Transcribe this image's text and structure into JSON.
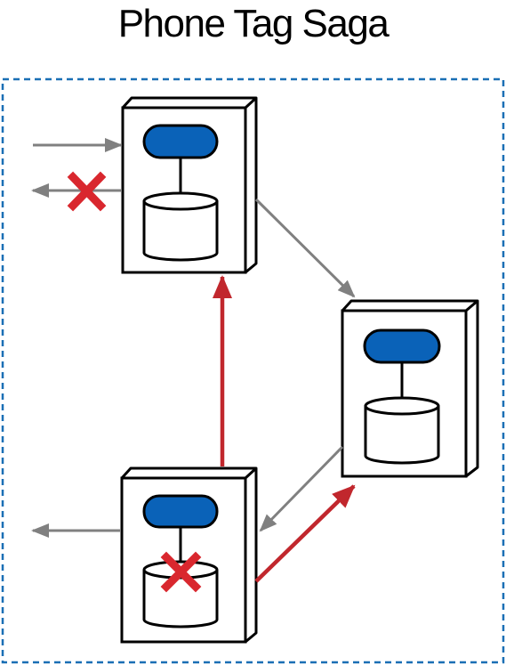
{
  "title": "Phone Tag Saga",
  "colors": {
    "boundary": "#1a6fb5",
    "service_pill": "#0a62b8",
    "arrow_normal": "#808080",
    "arrow_error": "#c1272d",
    "failure_mark": "#d9272e",
    "stroke": "#000000",
    "fill": "#ffffff"
  },
  "services": [
    {
      "id": "service-top",
      "has_failure": false
    },
    {
      "id": "service-right",
      "has_failure": false
    },
    {
      "id": "service-bottom",
      "has_failure": true
    }
  ],
  "connections": [
    {
      "id": "request-in",
      "from": "external",
      "to": "service-top",
      "kind": "normal"
    },
    {
      "id": "response-out-top",
      "from": "service-top",
      "to": "external",
      "kind": "normal",
      "failed": true
    },
    {
      "id": "top-to-right",
      "from": "service-top",
      "to": "service-right",
      "kind": "normal"
    },
    {
      "id": "right-to-bottom",
      "from": "service-right",
      "to": "service-bottom",
      "kind": "normal"
    },
    {
      "id": "bottom-to-right-error",
      "from": "service-bottom",
      "to": "service-right",
      "kind": "error"
    },
    {
      "id": "bottom-to-top-error",
      "from": "service-bottom",
      "to": "service-top",
      "kind": "error"
    },
    {
      "id": "response-out-bottom",
      "from": "service-bottom",
      "to": "external",
      "kind": "normal"
    }
  ]
}
